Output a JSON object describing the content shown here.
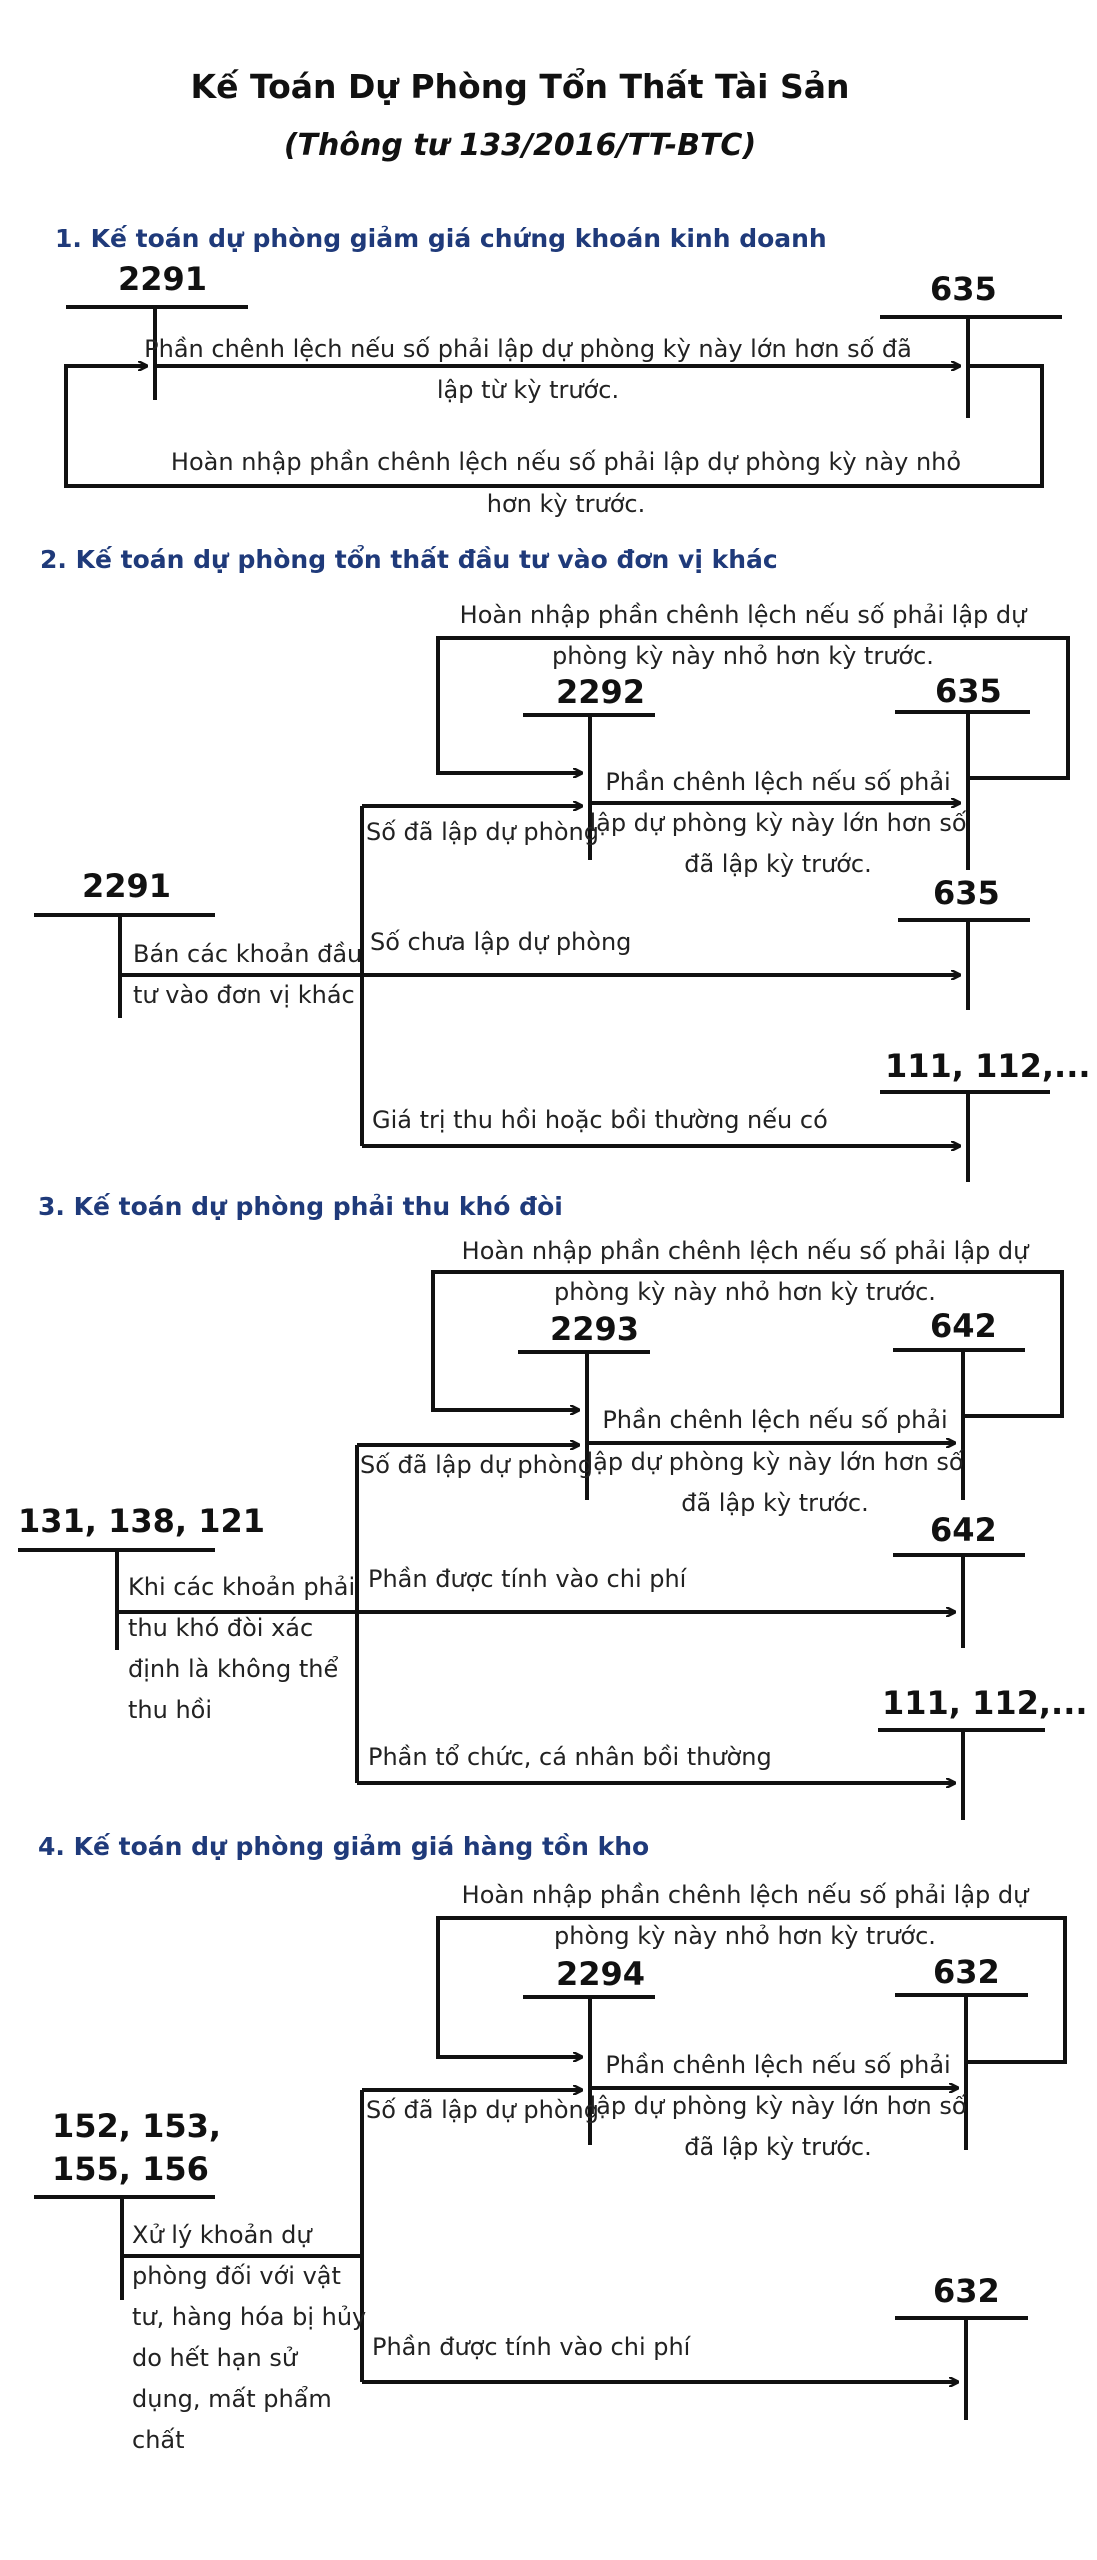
{
  "header": {
    "title": "Kế Toán Dự Phòng Tổn Thất Tài Sản",
    "subtitle": "(Thông tư 133/2016/TT-BTC)"
  },
  "s1": {
    "heading": "1. Kế toán dự phòng giảm giá chứng khoán kinh doanh",
    "acc_left": "2291",
    "acc_right": "635",
    "arrow1": [
      "Phần chênh lệch nếu số phải lập dự phòng kỳ này lớn hơn số đã",
      "lập từ kỳ trước."
    ],
    "arrow2": [
      "Hoàn nhập phần chênh lệch nếu số phải lập dự phòng kỳ này nhỏ",
      "hơn kỳ trước."
    ]
  },
  "s2": {
    "heading": "2. Kế toán dự phòng tổn thất đầu tư vào đơn vị khác",
    "reverse": [
      "Hoàn nhập phần chênh lệch nếu số phải lập dự",
      "phòng kỳ này nhỏ hơn kỳ trước."
    ],
    "acc_mid": "2292",
    "acc_top_right": "635",
    "diff": [
      "Phần chênh lệch nếu số phải",
      "lập dự phòng kỳ này lớn hơn số",
      "đã lập kỳ trước."
    ],
    "branch_top": "Số đã lập dự phòng",
    "acc_left": "2291",
    "acc_left_note": [
      "Bán các khoản đầu",
      "tư vào đơn vị khác"
    ],
    "acc_right2": "635",
    "branch_mid": "Số chưa lập dự phòng",
    "acc_right3": "111, 112,...",
    "branch_bottom": "Giá trị thu hồi hoặc bồi thường nếu có"
  },
  "s3": {
    "heading": "3. Kế toán dự phòng phải thu khó đòi",
    "reverse": [
      "Hoàn nhập phần chênh lệch nếu số phải lập dự",
      "phòng kỳ này nhỏ hơn kỳ trước."
    ],
    "acc_mid": "2293",
    "acc_top_right": "642",
    "diff": [
      "Phần chênh lệch nếu số phải",
      "lập dự phòng kỳ này lớn hơn số",
      "đã lập kỳ trước."
    ],
    "branch_top": "Số đã lập dự phòng",
    "acc_left": "131, 138, 121",
    "acc_left_note": [
      "Khi các khoản phải",
      "thu khó đòi xác",
      "định là không thể",
      "thu hồi"
    ],
    "acc_right2": "642",
    "branch_mid": "Phần được tính vào chi phí",
    "acc_right3": "111, 112,...",
    "branch_bottom": "Phần tổ chức, cá nhân bồi thường"
  },
  "s4": {
    "heading": "4. Kế toán dự phòng giảm giá hàng tồn kho",
    "reverse": [
      "Hoàn nhập phần chênh lệch nếu số phải lập dự",
      "phòng kỳ này nhỏ hơn kỳ trước."
    ],
    "acc_mid": "2294",
    "acc_top_right": "632",
    "diff": [
      "Phần chênh lệch nếu số phải",
      "lập dự phòng kỳ này lớn hơn số",
      "đã lập kỳ trước."
    ],
    "branch_top": "Số đã lập dự phòng",
    "acc_left": [
      "152, 153,",
      "155, 156"
    ],
    "acc_left_note": [
      "Xử lý khoản dự",
      "phòng đối với vật",
      "tư, hàng hóa bị hủy",
      "do hết hạn sử",
      "dụng, mất phẩm",
      "chất"
    ],
    "acc_right2": "632",
    "branch_mid": "Phần được tính vào chi phí"
  }
}
